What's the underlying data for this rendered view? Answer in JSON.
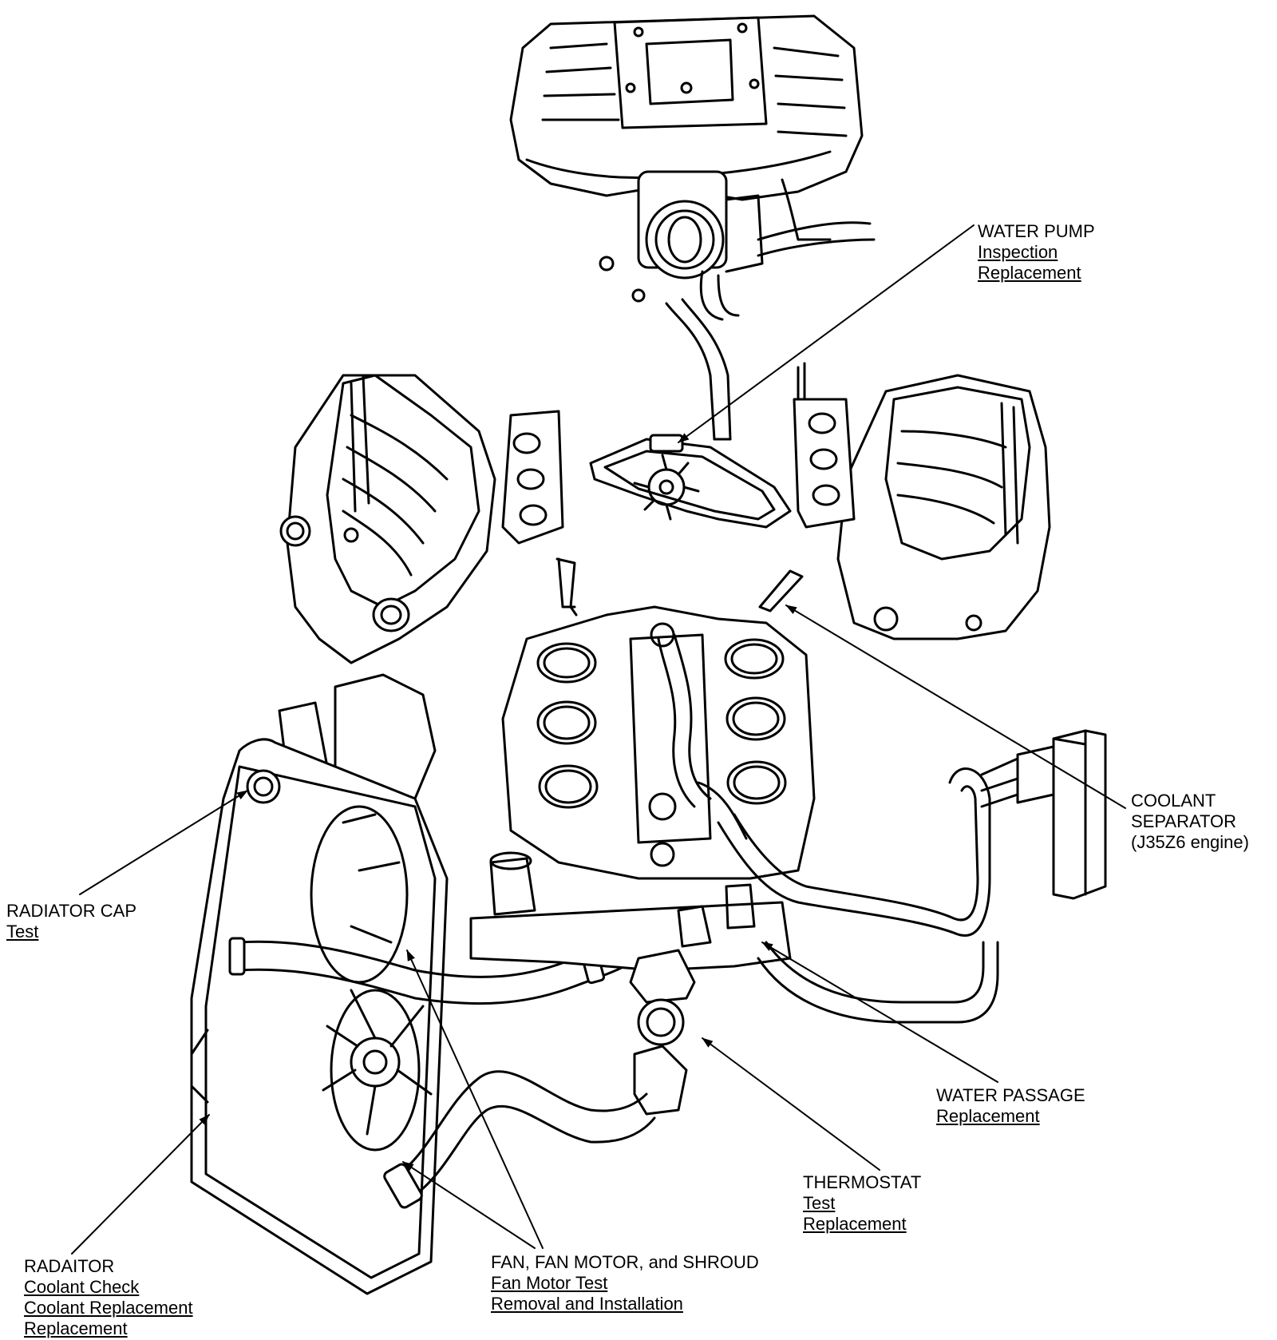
{
  "callouts": {
    "water_pump": {
      "title": "WATER PUMP",
      "links": [
        "Inspection",
        "Replacement"
      ]
    },
    "coolant_separator": {
      "title_line1": "COOLANT",
      "title_line2": "SEPARATOR",
      "note": "(J35Z6 engine)"
    },
    "radiator_cap": {
      "title": "RADIATOR CAP",
      "links": [
        "Test"
      ]
    },
    "water_passage": {
      "title": "WATER PASSAGE",
      "links": [
        "Replacement"
      ]
    },
    "thermostat": {
      "title": "THERMOSTAT",
      "links": [
        "Test",
        "Replacement"
      ]
    },
    "fan": {
      "title": "FAN, FAN MOTOR, and SHROUD",
      "links": [
        "Fan Motor Test",
        "Removal and Installation"
      ]
    },
    "radiator": {
      "title": "RADAITOR",
      "links": [
        "Coolant Check",
        "Coolant Replacement",
        "Replacement"
      ]
    }
  },
  "colors": {
    "line": "#000000",
    "background": "#ffffff"
  }
}
